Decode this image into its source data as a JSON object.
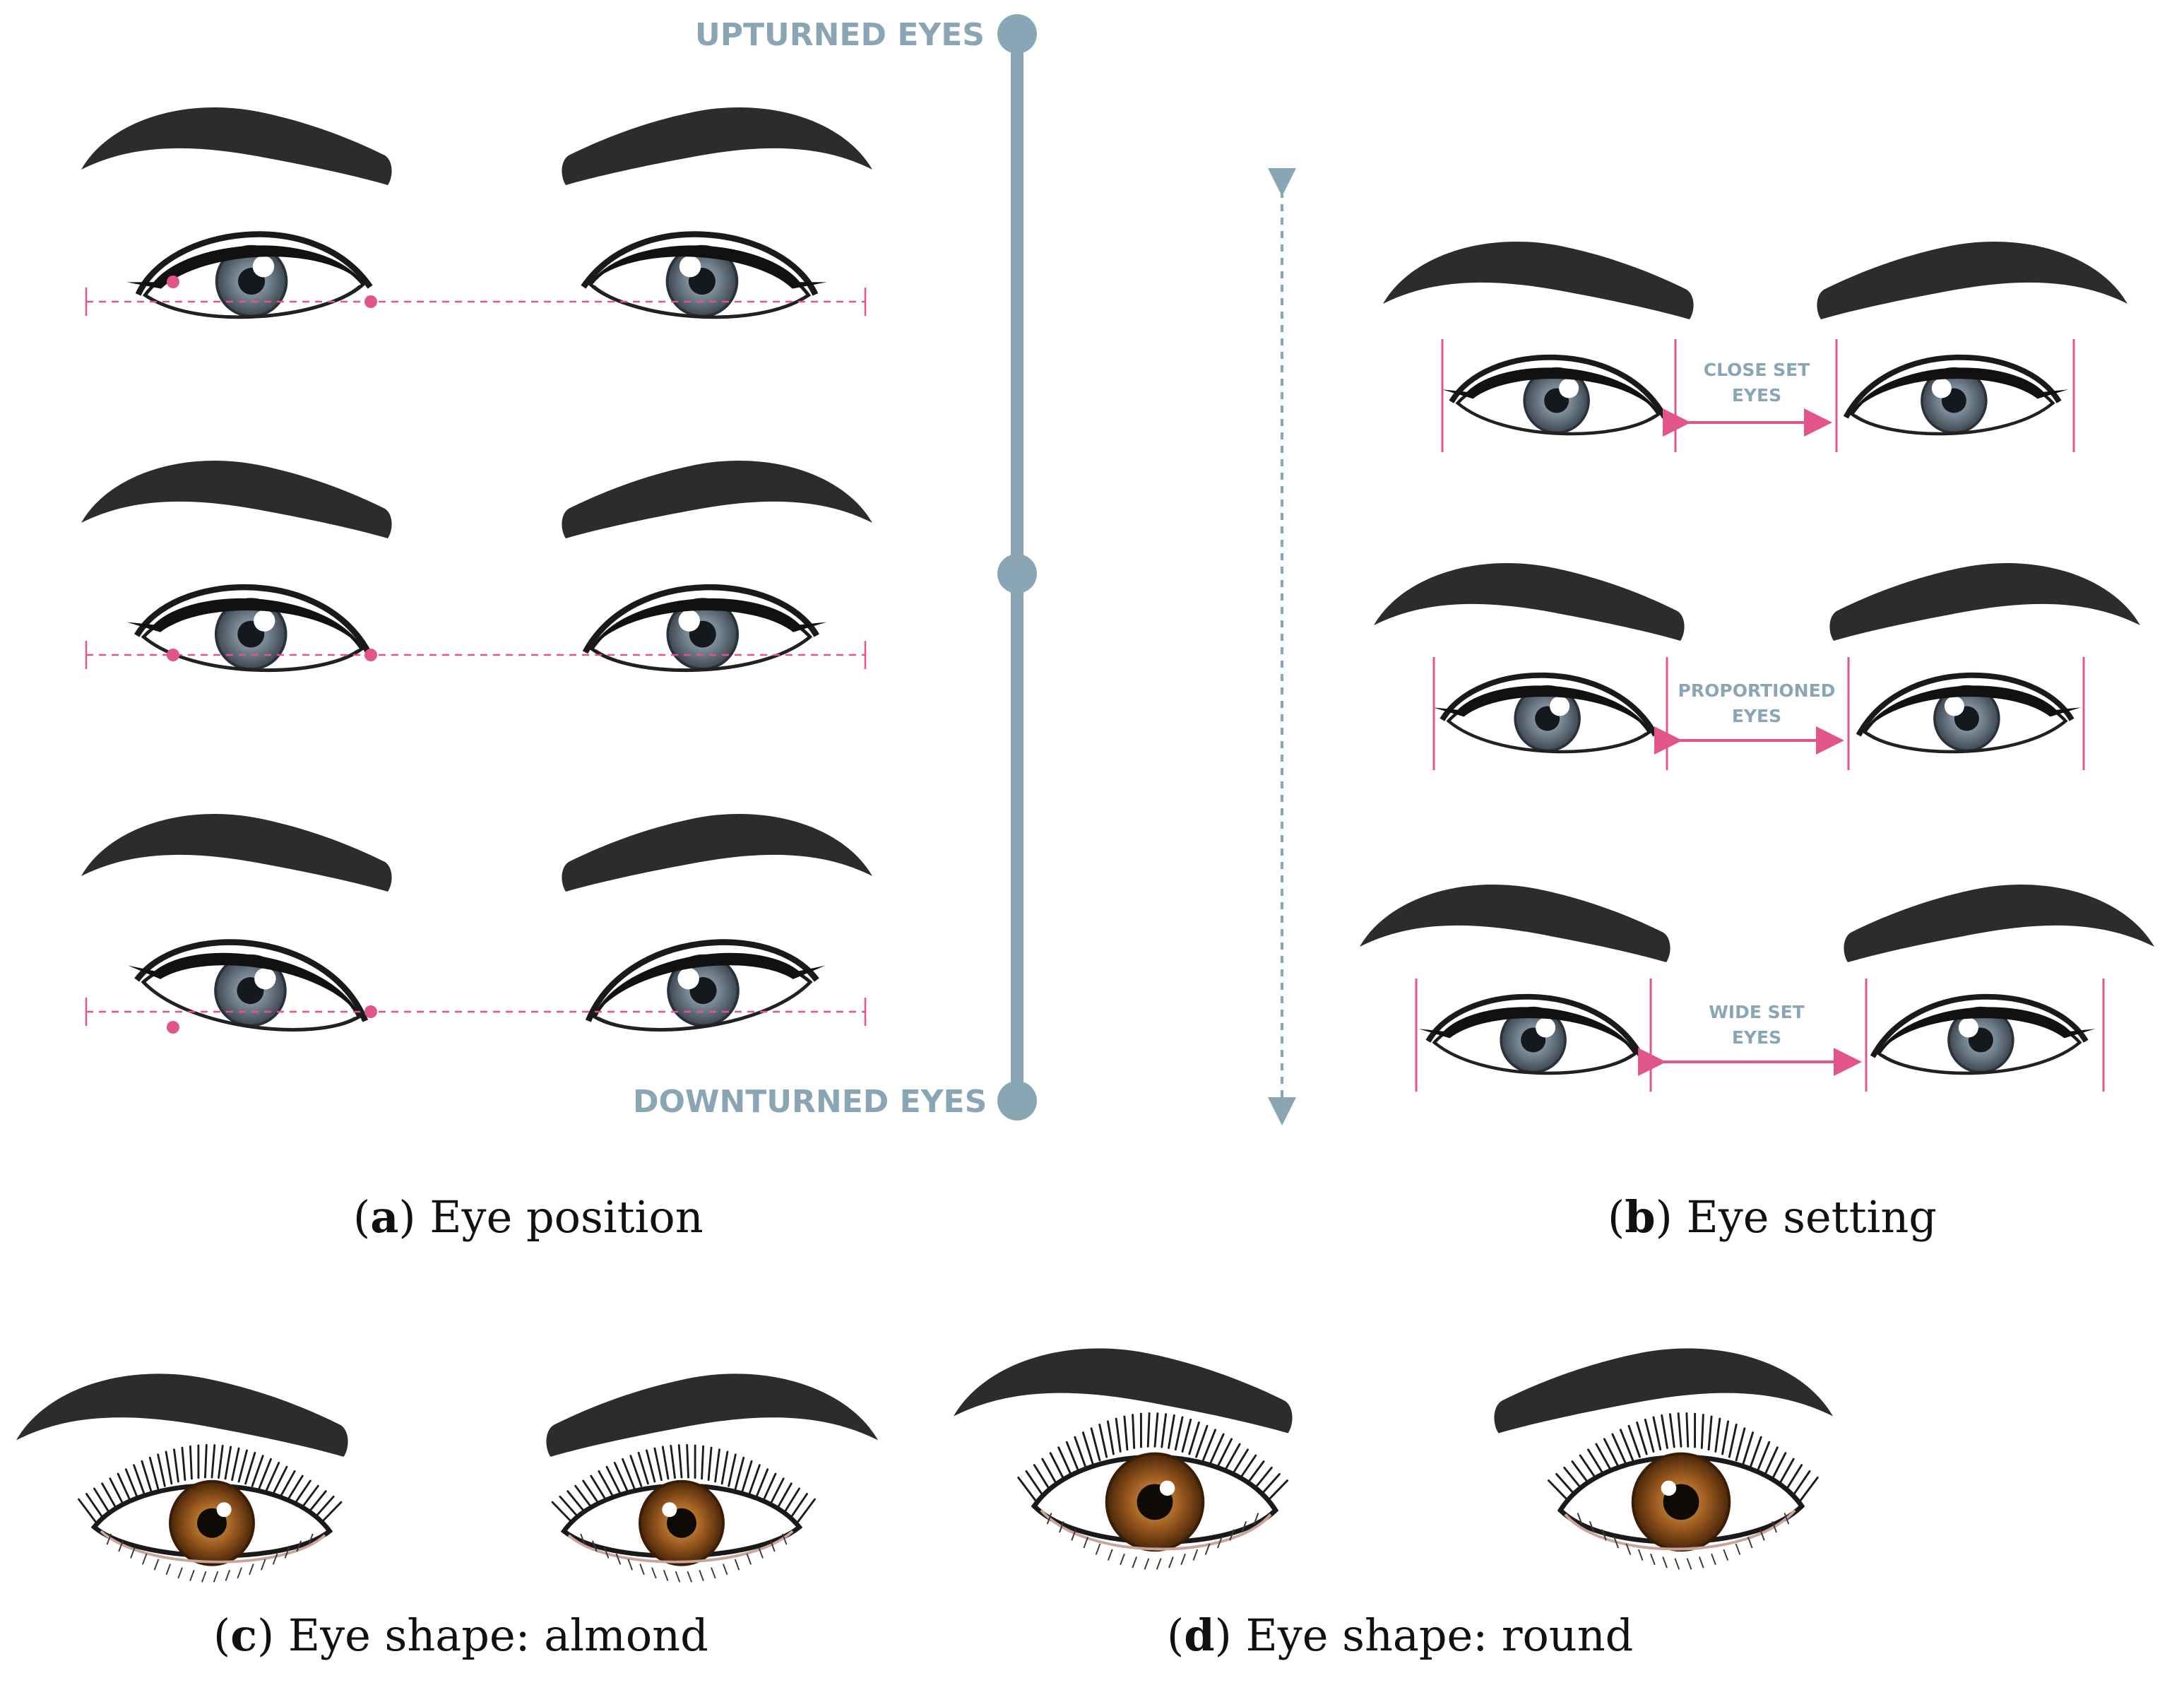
{
  "panels": {
    "a": {
      "letter": "a",
      "caption": "Eye position",
      "scale_top": "UPTURNED EYES",
      "scale_bottom": "DOWNTURNED EYES",
      "rows": [
        {
          "corner_tilt": "upturned"
        },
        {
          "corner_tilt": "neutral"
        },
        {
          "corner_tilt": "downturned"
        }
      ]
    },
    "b": {
      "letter": "b",
      "caption": "Eye setting",
      "rows": [
        {
          "label_line1": "CLOSE SET",
          "label_line2": "EYES"
        },
        {
          "label_line1": "PROPORTIONED",
          "label_line2": "EYES"
        },
        {
          "label_line1": "WIDE SET",
          "label_line2": "EYES"
        }
      ]
    },
    "c": {
      "letter": "c",
      "caption": "Eye shape: almond"
    },
    "d": {
      "letter": "d",
      "caption": "Eye shape: round"
    }
  },
  "colors": {
    "brow": "#2e2b2b",
    "iris_grey": "#5c6975",
    "iris_brown": "#8a4f1c",
    "guide_pink": "#e0558a",
    "scale_blue": "#8aa6b5"
  }
}
